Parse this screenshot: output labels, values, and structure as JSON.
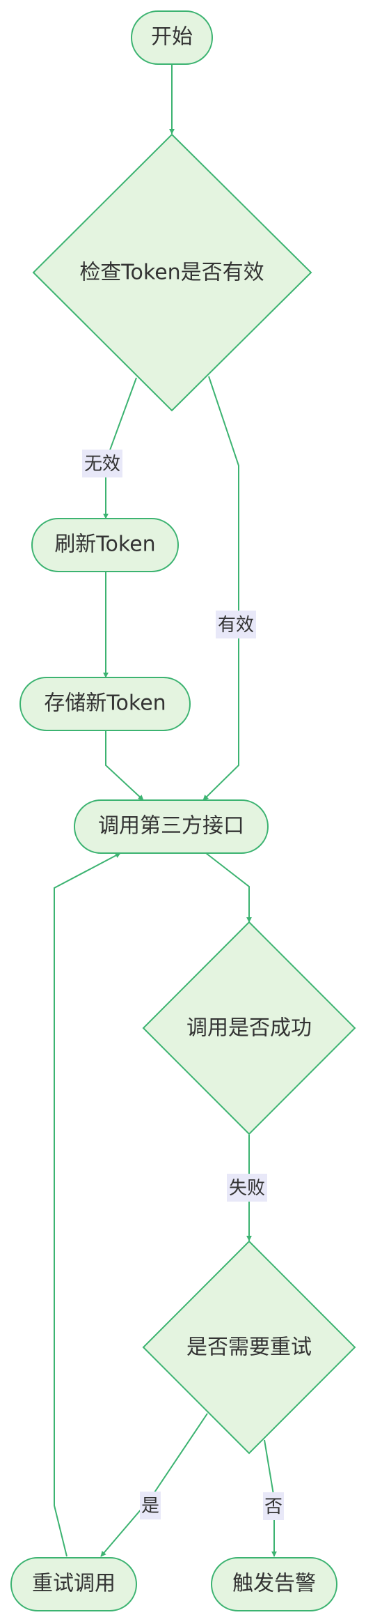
{
  "colors": {
    "node_fill": "#e4f4e0",
    "node_stroke": "#3cb371",
    "edge": "#3cb371",
    "label_bg": "#e8e8f8",
    "text": "#333333"
  },
  "nodes": {
    "start": "开始",
    "check_token": "检查Token是否有效",
    "refresh_token": "刷新Token",
    "store_token": "存储新Token",
    "call_api": "调用第三方接口",
    "call_success": "调用是否成功",
    "need_retry": "是否需要重试",
    "retry_call": "重试调用",
    "trigger_alert": "触发告警"
  },
  "edge_labels": {
    "invalid": "无效",
    "valid": "有效",
    "fail": "失败",
    "yes": "是",
    "no": "否"
  }
}
